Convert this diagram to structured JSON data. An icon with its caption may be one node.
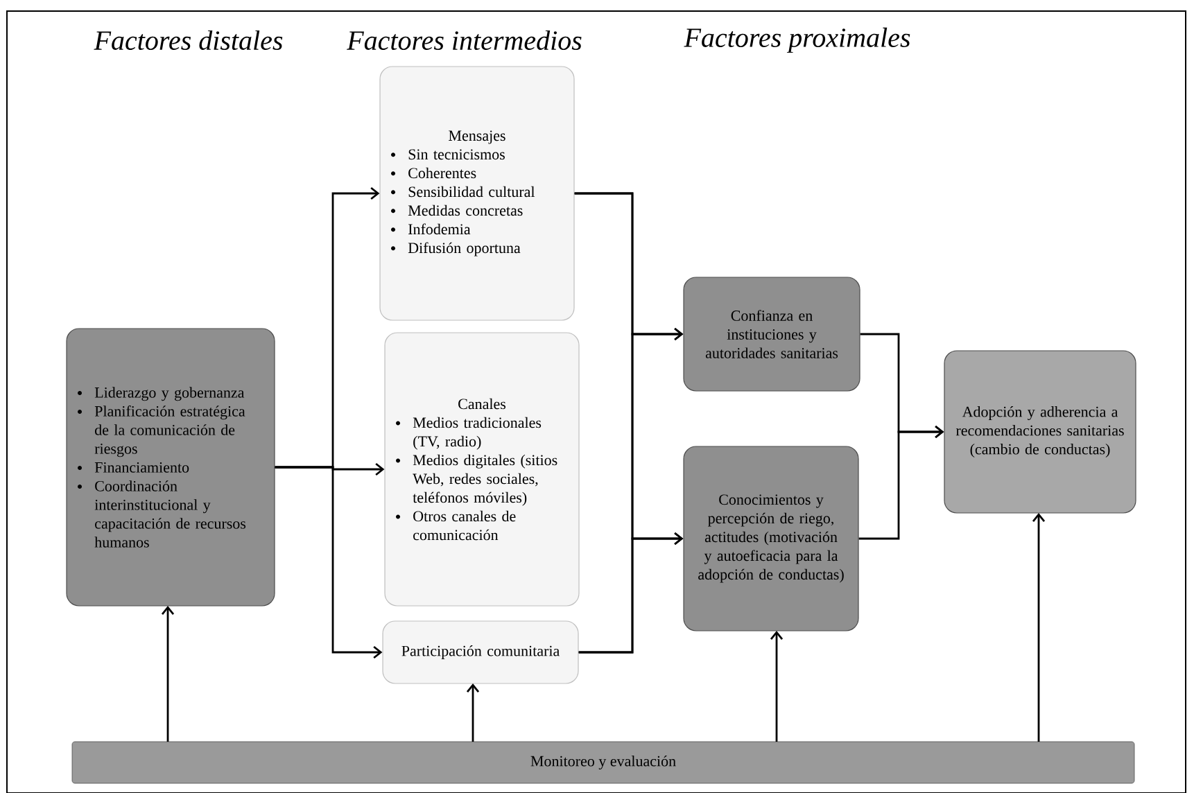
{
  "diagram": {
    "nodes": [
      {
        "text": [
          "Liderazgo y gobernanza",
          "Planificación estratégica de la comunicación de riesgos",
          "Financiamiento",
          "Coordinación interinstitucional y capacitación de recursos humanos"
        ]
      },
      {
        "text": [
          "Mensajes",
          "Sin tecnicismos",
          "Coherentes",
          "Sensibilidad cultural",
          "Medidas concretas",
          "Infodemia",
          "Difusión oportuna"
        ]
      },
      {
        "text": [
          "Canales",
          "Medios tradicionales (TV, radio)",
          "Medios digitales (sitios Web, redes sociales, teléfonos móviles)",
          "Otros canales de comunicación"
        ]
      },
      {
        "text": [
          "Participación comunitaria"
        ]
      },
      {
        "text": [
          "Confianza en instituciones y autoridades sanitarias"
        ]
      },
      {
        "text": [
          "Conocimientos y percepción de riego, actitudes (motivación y autoeficacia para la adopción de conductas)"
        ]
      },
      {
        "text": [
          "Adopción y adherencia a recomendaciones sanitarias (cambio de conductas)"
        ]
      },
      {
        "text": [
          "Monitoreo y evaluación"
        ]
      }
    ],
    "edges": [
      {
        "from": 0,
        "to": 1,
        "arrow": "to"
      },
      {
        "from": 0,
        "to": 2,
        "arrow": "to"
      },
      {
        "from": 0,
        "to": 3,
        "arrow": "to"
      },
      {
        "from": 1,
        "to": 4,
        "arrow": "to"
      },
      {
        "from": 1,
        "to": 5,
        "arrow": "to"
      },
      {
        "from": 3,
        "to": 4,
        "arrow": "to"
      },
      {
        "from": 3,
        "to": 5,
        "arrow": "to"
      },
      {
        "from": 4,
        "to": 6,
        "arrow": "to"
      },
      {
        "from": 5,
        "to": 6,
        "arrow": "to"
      },
      {
        "from": 7,
        "to": 0,
        "arrow": "to"
      },
      {
        "from": 7,
        "to": 3,
        "arrow": "to"
      },
      {
        "from": 7,
        "to": 5,
        "arrow": "to"
      },
      {
        "from": 7,
        "to": 6,
        "arrow": "to"
      }
    ],
    "labels": [
      "Factores distales",
      "Factores intermedios",
      "Factores proximales"
    ]
  }
}
